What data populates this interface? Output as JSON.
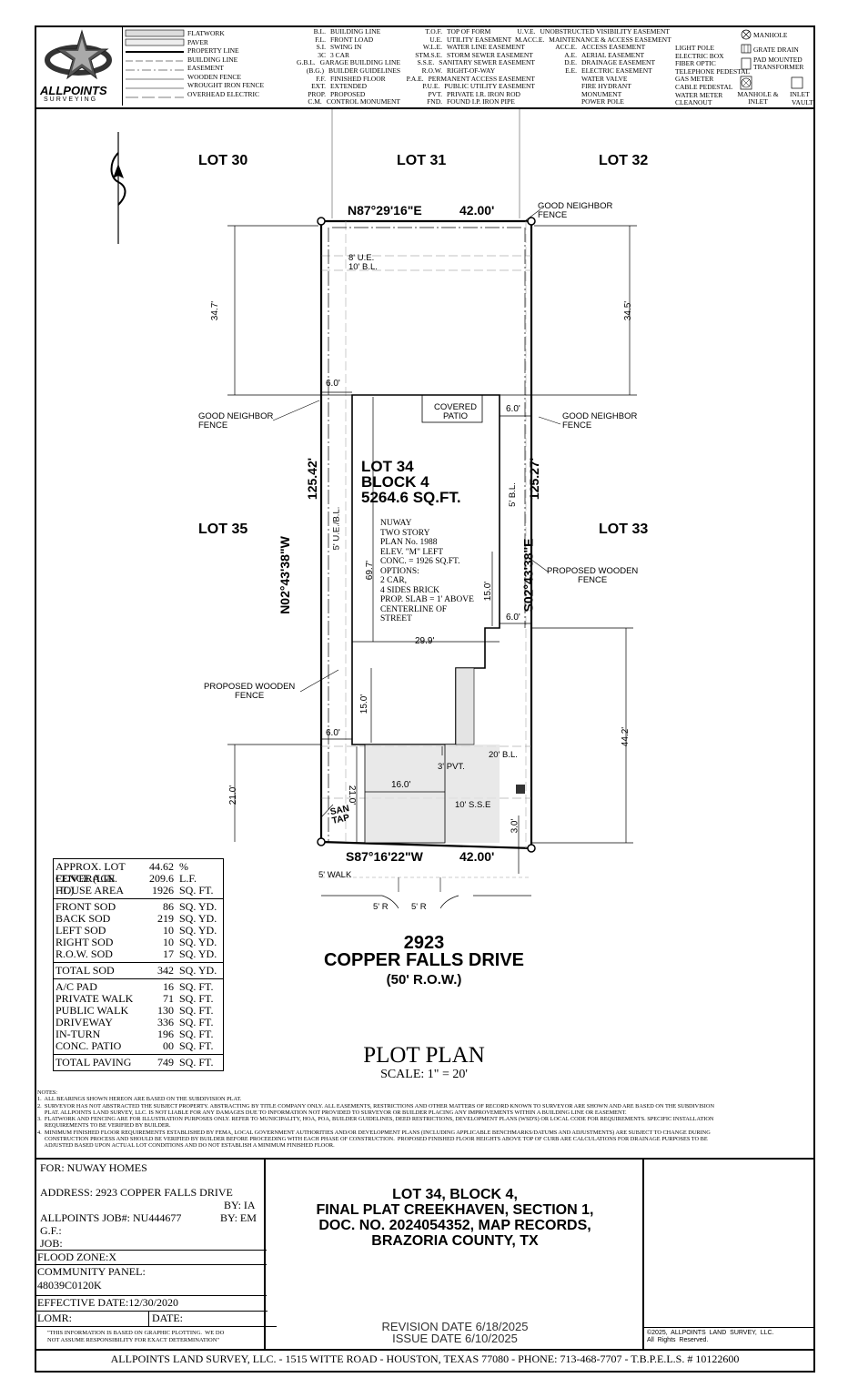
{
  "header": {
    "logo_line1": "ALLPOINTS",
    "logo_line2": "SURVEYING",
    "legend_swatches": [
      "FLATWORK",
      "PAVER",
      "PROPERTY LINE",
      "BUILDING LINE",
      "EASEMENT",
      "WOODEN FENCE",
      "WROUGHT IRON FENCE",
      "OVERHEAD ELECTRIC"
    ],
    "abbrev_col1": [
      {
        "code": "B.L.",
        "text": "BUILDING LINE"
      },
      {
        "code": "F.L.",
        "text": "FRONT LOAD"
      },
      {
        "code": "S.I.",
        "text": "SWING IN"
      },
      {
        "code": "3C",
        "text": "3 CAR"
      },
      {
        "code": "G.B.L.",
        "text": "GARAGE BUILDING LINE"
      },
      {
        "code": "(B.G.)",
        "text": "BUILDER GUIDELINES"
      },
      {
        "code": "F.F.",
        "text": "FINISHED FLOOR"
      },
      {
        "code": "EXT.",
        "text": "EXTENDED"
      },
      {
        "code": "PROP.",
        "text": "PROPOSED"
      },
      {
        "code": "C.M.",
        "text": "CONTROL MONUMENT"
      }
    ],
    "abbrev_col2": [
      {
        "code": "T.O.F.",
        "text": "TOP OF FORM"
      },
      {
        "code": "U.E.",
        "text": "UTILITY EASEMENT"
      },
      {
        "code": "W.L.E.",
        "text": "WATER LINE EASEMENT"
      },
      {
        "code": "STM.S.E.",
        "text": "STORM SEWER EASEMENT"
      },
      {
        "code": "S.S.E.",
        "text": "SANITARY SEWER EASEMENT"
      },
      {
        "code": "R.O.W.",
        "text": "RIGHT-OF-WAY"
      },
      {
        "code": "P.A.E.",
        "text": "PERMANENT ACCESS EASEMENT"
      },
      {
        "code": "P.U.E.",
        "text": "PUBLIC UTILITY EASEMENT"
      },
      {
        "code": "PVT.",
        "text": "PRIVATE    I.R.  IRON ROD"
      },
      {
        "code": "FND.",
        "text": "FOUND      I.P.  IRON PIPE"
      }
    ],
    "abbrev_col3": [
      {
        "code": "U.V.E.",
        "text": "UNOBSTRUCTED VISIBILITY EASEMENT"
      },
      {
        "code": "M.ACC.E.",
        "text": "MAINTENANCE & ACCESS EASEMENT"
      },
      {
        "code": "ACC.E.",
        "text": "ACCESS EASEMENT"
      },
      {
        "code": "A.E.",
        "text": "AERIAL EASEMENT"
      },
      {
        "code": "D.E.",
        "text": "DRAINAGE EASEMENT"
      },
      {
        "code": "E.E.",
        "text": "ELECTRIC EASEMENT"
      },
      {
        "code": "",
        "text": "WATER VALVE"
      },
      {
        "code": "",
        "text": "FIRE HYDRANT"
      },
      {
        "code": "",
        "text": "MONUMENT"
      },
      {
        "code": "",
        "text": "POWER POLE"
      }
    ],
    "abbrev_col4": [
      "LIGHT POLE",
      "ELECTRIC BOX",
      "FIBER OPTIC",
      "TELEPHONE PEDESTAL",
      "GAS METER",
      "CABLE PEDESTAL",
      "WATER METER",
      "CLEANOUT"
    ],
    "abbrev_col5": [
      "MANHOLE",
      "GRATE DRAIN",
      "PAD MOUNTED TRANSFORMER",
      "MANHOLE & INLET",
      "INLET",
      "VAULT"
    ]
  },
  "plan": {
    "lot_30": "LOT 30",
    "lot_31": "LOT 31",
    "lot_32": "LOT 32",
    "lot_35": "LOT 35",
    "lot_33": "LOT 33",
    "bearing_top": "N87°29'16\"E",
    "dist_top": "42.00'",
    "bearing_bottom": "S87°16'22\"W",
    "dist_bottom": "42.00'",
    "bearing_left": "N02°43'38\"W",
    "dist_left": "125.42'",
    "bearing_right": "S02°43'38\"E",
    "dist_right": "125.27'",
    "good_neighbor_fence": "GOOD NEIGHBOR\nFENCE",
    "proposed_wooden_fence": "PROPOSED WOODEN\nFENCE",
    "ue_label": "8' U.E.",
    "bl_label": "10' B.L.",
    "side_ue_label": "5' U.E./B.L.",
    "side_bl_label": "5' B.L.",
    "front_bl": "20' B.L.",
    "sse": "10' S.S.E",
    "pvt": "3' PVT.",
    "covered_patio": "COVERED\nPATIO",
    "lot_title": "LOT 34",
    "block_title": "BLOCK 4",
    "area_title": "5264.6 SQ.FT.",
    "house_notes": [
      "NUWAY",
      "TWO STORY",
      "PLAN No. 1988",
      "ELEV. \"M\" LEFT",
      "CONC. = 1926 SQ.FT.",
      "OPTIONS:",
      "2 CAR,",
      "4 SIDES BRICK",
      "PROP. SLAB = 1' ABOVE",
      "CENTERLINE OF",
      "STREET"
    ],
    "d_34_7": "34.7'",
    "d_34_5": "34.5'",
    "d_6a": "6.0'",
    "d_6b": "6.0'",
    "d_6c": "6.0'",
    "d_6d": "6.0'",
    "d_69_7": "69.7'",
    "d_15a": "15.0'",
    "d_15b": "15.0'",
    "d_29_9": "29.9'",
    "d_44_2": "44.2'",
    "d_21a": "21.0'",
    "d_21b": "21.0'",
    "d_16": "16.0'",
    "d_3": "3.0'",
    "san_tap": "SAN\nTAP",
    "walk": "5' WALK",
    "radius1": "5' R",
    "radius2": "5' R",
    "street_no": "2923",
    "street_name": "COPPER FALLS DRIVE",
    "row": "(50' R.O.W.)",
    "plot_plan": "PLOT PLAN",
    "scale": "SCALE: 1\" = 20'"
  },
  "stats": {
    "coverage": {
      "label": "APPROX. LOT COVERAGE",
      "value": "44.62",
      "unit": "%"
    },
    "fence": {
      "label": "FENCE (LIN. FT.)",
      "value": "209.6",
      "unit": "L.F."
    },
    "house": {
      "label": "HOUSE AREA",
      "value": "1926",
      "unit": "SQ. FT."
    },
    "sod": [
      {
        "label": "FRONT SOD",
        "value": "86",
        "unit": "SQ. YD."
      },
      {
        "label": "BACK SOD",
        "value": "219",
        "unit": "SQ. YD."
      },
      {
        "label": "LEFT SOD",
        "value": "10",
        "unit": "SQ. YD."
      },
      {
        "label": "RIGHT SOD",
        "value": "10",
        "unit": "SQ. YD."
      },
      {
        "label": "R.O.W. SOD",
        "value": "17",
        "unit": "SQ. YD."
      }
    ],
    "total_sod": {
      "label": "TOTAL SOD",
      "value": "342",
      "unit": "SQ. YD."
    },
    "paving": [
      {
        "label": "A/C PAD",
        "value": "16",
        "unit": "SQ. FT."
      },
      {
        "label": "PRIVATE WALK",
        "value": "71",
        "unit": "SQ. FT."
      },
      {
        "label": "PUBLIC WALK",
        "value": "130",
        "unit": "SQ. FT."
      },
      {
        "label": "DRIVEWAY",
        "value": "336",
        "unit": "SQ. FT."
      },
      {
        "label": "IN-TURN",
        "value": "196",
        "unit": "SQ. FT."
      },
      {
        "label": "CONC. PATIO",
        "value": "00",
        "unit": "SQ. FT."
      }
    ],
    "total_paving": {
      "label": "TOTAL PAVING",
      "value": "749",
      "unit": "SQ. FT."
    }
  },
  "notes": {
    "title": "NOTES:",
    "lines": [
      "1.  ALL BEARINGS SHOWN HEREON ARE BASED ON THE SUBDIVISION PLAT.",
      "2.  SURVEYOR HAS NOT ABSTRACTED THE SUBJECT PROPERTY. ABSTRACTING BY TITLE COMPANY ONLY. ALL EASEMENTS, RESTRICTIONS AND OTHER MATTERS OF RECORD KNOWN TO SURVEYOR ARE SHOWN AND ARE BASED ON THE SUBDIVISION",
      "     PLAT. ALLPOINTS LAND SURVEY, LLC. IS NOT LIABLE FOR ANY DAMAGES DUE TO INFORMATION NOT PROVIDED TO SURVEYOR OR BUILDER PLACING ANY IMPROVEMENTS WITHIN A BUILDING LINE OR EASEMENT.",
      "3.  FLATWORK AND FENCING ARE FOR ILLUSTRATION PURPOSES ONLY. REFER TO MUNICIPALITY, HOA, POA, BUILDER GUIDELINES, DEED RESTRICTIONS, DEVELOPMENT PLANS (WSD'S) OR LOCAL CODE FOR REQUIREMENTS. SPECIFIC INSTALLATION",
      "     REQUIREMENTS TO BE VERIFIED BY BUILDER.",
      "4.  MINIMUM FINISHED FLOOR REQUIREMENTS ESTABLISHED BY FEMA, LOCAL GOVERNMENT AUTHORITIES AND/OR DEVELOPMENT PLANS (INCLUDING APPLICABLE BENCHMARKS/DATUMS AND ADJUSTMENTS) ARE SUBJECT TO CHANGE DURING",
      "     CONSTRUCTION PROCESS AND SHOULD BE VERIFIED BY BUILDER BEFORE PROCEEDING WITH EACH PHASE OF CONSTRUCTION.  PROPOSED FINISHED FLOOR HEIGHTS ABOVE TOP OF CURB ARE CALCULATIONS FOR DRAINAGE PURPOSES TO BE",
      "     ADJUSTED BASED UPON ACTUAL LOT CONDITIONS AND DO NOT ESTABLISH A MINIMUM FINISHED FLOOR."
    ]
  },
  "titleblock": {
    "for": "FOR:  NUWAY HOMES",
    "address": "ADDRESS: 2923 COPPER FALLS DRIVE",
    "by_ia": "BY: IA",
    "job": "ALLPOINTS JOB#:  NU444677",
    "by_em": "BY: EM",
    "gf": "G.F.:",
    "job2": "JOB:",
    "flood_zone": "FLOOD ZONE:X",
    "community_panel": "COMMUNITY PANEL:",
    "panel_no": "48039C0120K",
    "effective_date": "EFFECTIVE DATE:12/30/2020",
    "lomr": "LOMR:",
    "date": "DATE:",
    "disclaimer": "\"THIS INFORMATION IS BASED ON GRAPHIC PLOTTING.  WE DO\nNOT ASSUME RESPONSIBILITY FOR EXACT DETERMINATION\"",
    "legal": [
      "LOT 34, BLOCK 4,",
      "FINAL PLAT CREEKHAVEN, SECTION 1,",
      "DOC. NO. 2024054352, MAP RECORDS,",
      "BRAZORIA COUNTY, TX"
    ],
    "revision": "REVISION DATE 6/18/2025",
    "issue": "ISSUE DATE 6/10/2025",
    "copyright": "©2025,  ALLPOINTS  LAND  SURVEY,  LLC.\nAll  Rights  Reserved."
  },
  "footer": "ALLPOINTS LAND SURVEY, LLC. - 1515 WITTE ROAD - HOUSTON, TEXAS 77080 - PHONE: 713-468-7707 - T.B.P.E.L.S. # 10122600"
}
